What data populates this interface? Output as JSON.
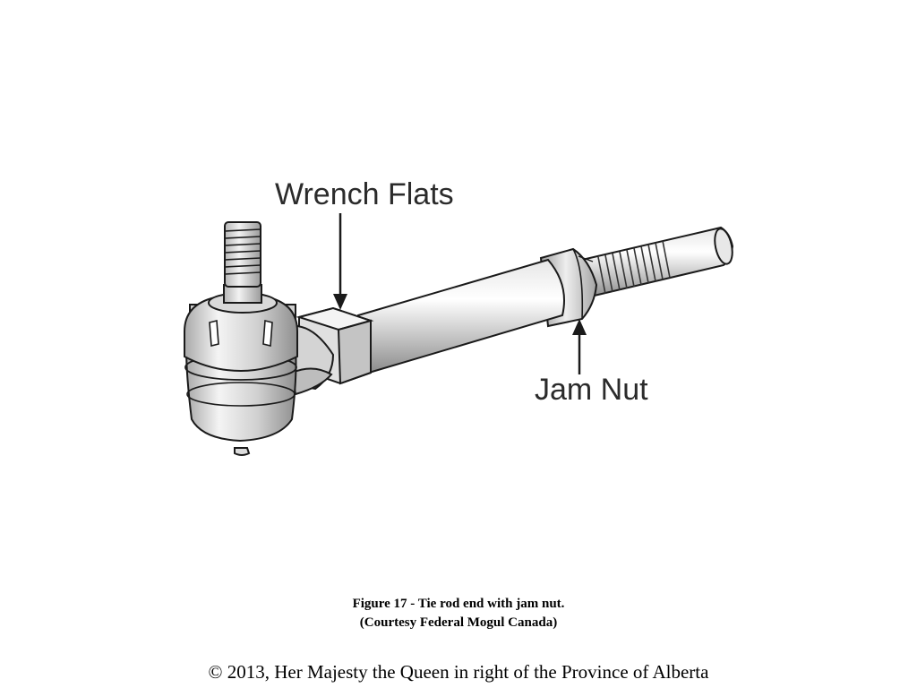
{
  "labels": {
    "wrench_flats": "Wrench Flats",
    "jam_nut": "Jam Nut"
  },
  "caption": {
    "title": "Figure 17 - Tie rod end with jam nut.",
    "credit": "(Courtesy Federal Mogul Canada)"
  },
  "footer": {
    "copyright": "© 2013, Her Majesty the Queen in right of the Province of Alberta"
  },
  "colors": {
    "background": "#ffffff",
    "outline": "#1a1a1a",
    "metal_light": "#f2f2f2",
    "metal_mid": "#c8c8c8",
    "metal_dark": "#8a8a8a",
    "label_text": "#2b2b2b"
  }
}
